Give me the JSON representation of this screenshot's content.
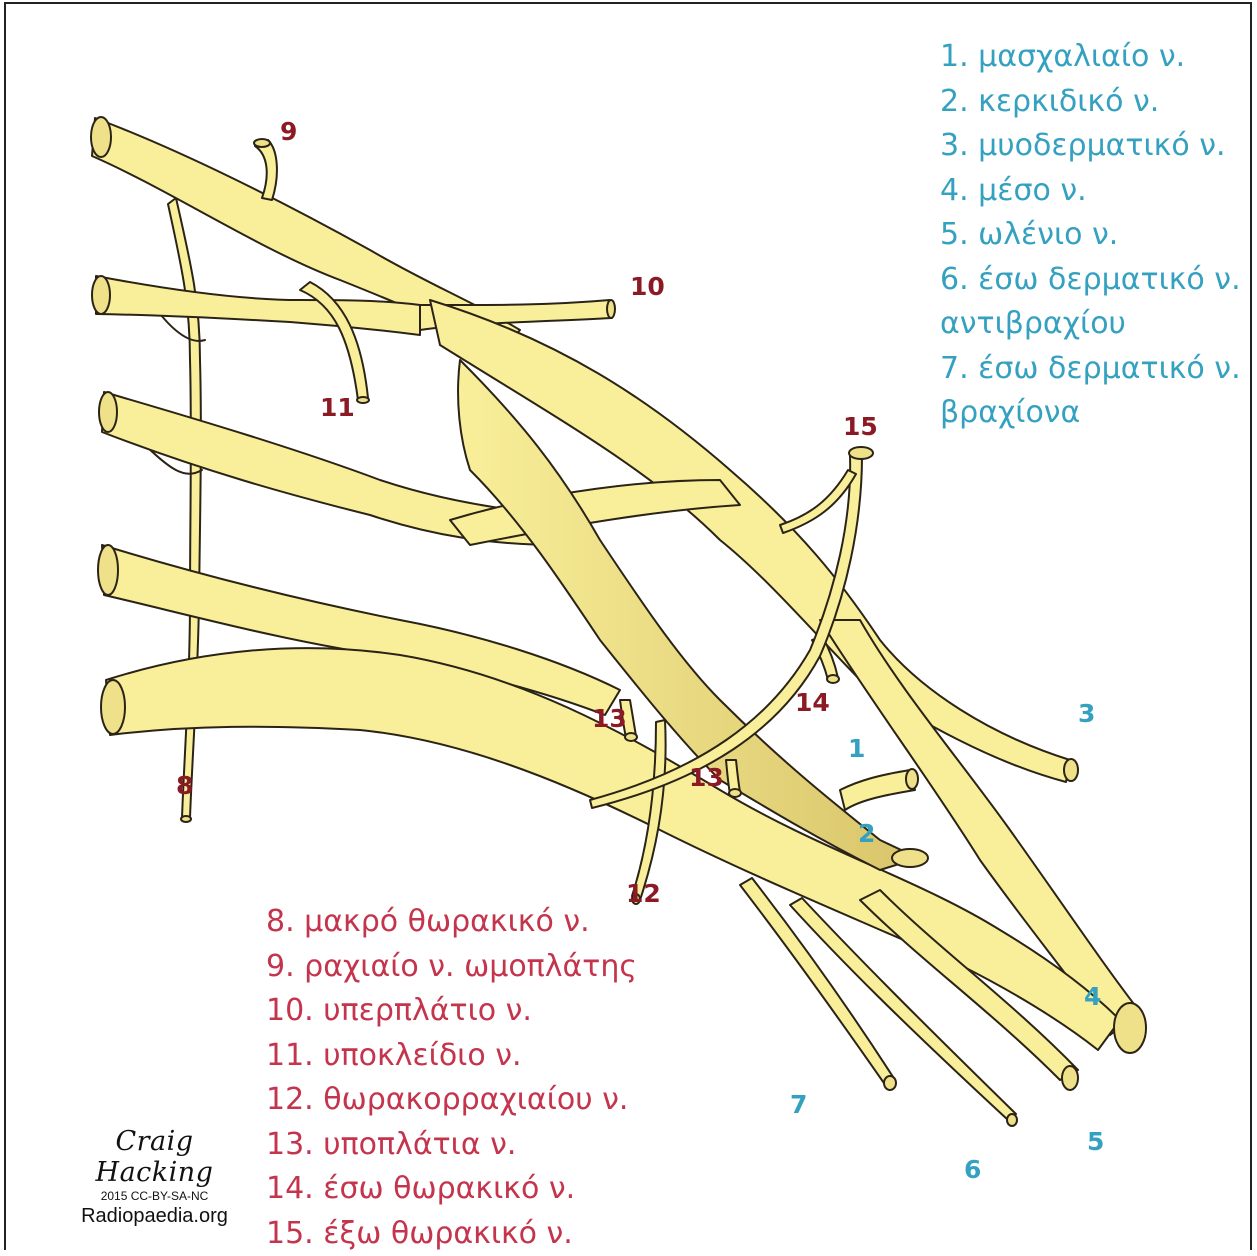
{
  "legend_blue": [
    "1. μασχαλιαίο ν.",
    "2. κερκιδικό ν.",
    "3. μυοδερματικό ν.",
    "4. μέσο ν.",
    "5. ωλένιο ν.",
    "6. έσω δερματικό ν.",
    "αντιβραχίου",
    "7. έσω δερματικό ν.",
    "βραχίονα"
  ],
  "legend_red": [
    "8. μακρό θωρακικό ν.",
    "9. ραχιαίο ν. ωμοπλάτης",
    "10. υπερπλάτιο ν.",
    "11. υποκλείδιο ν.",
    "12. θωρακορραχιαίου ν.",
    "13. υποπλάτια ν.",
    "14. έσω θωρακικό ν.",
    "15. έξω θωρακικό ν."
  ],
  "labels": {
    "n1": "1",
    "n2": "2",
    "n3": "3",
    "n4": "4",
    "n5": "5",
    "n6": "6",
    "n7": "7",
    "n8": "8",
    "n9": "9",
    "n10": "10",
    "n11": "11",
    "n12": "12",
    "n13a": "13",
    "n13b": "13",
    "n14": "14",
    "n15": "15"
  },
  "credit": {
    "signature": "Craig Hacking",
    "license": "2015 CC-BY-SA-NC",
    "site": "Radiopaedia.org"
  },
  "colors": {
    "nerve_fill": "#f9ef9a",
    "nerve_shadow": "#d9c56a",
    "outline": "#2b2416",
    "blue_text": "#35a1c1",
    "red_text": "#c4344c",
    "dark_red_numbers": "#8b1a24"
  }
}
